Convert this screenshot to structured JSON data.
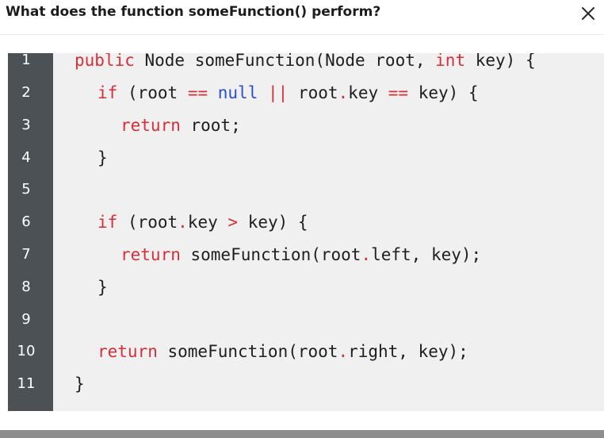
{
  "dialog": {
    "title": "What does the function someFunction() perform?",
    "close_icon": "close-icon"
  },
  "code": {
    "lines": [
      {
        "number": "1",
        "tokens": [
          {
            "t": "public",
            "c": "kw"
          },
          {
            "t": " Node someFunction(Node root, ",
            "c": ""
          },
          {
            "t": "int",
            "c": "kw"
          },
          {
            "t": " key) {",
            "c": ""
          }
        ]
      },
      {
        "number": "2",
        "tokens": [
          {
            "t": "if",
            "c": "kw"
          },
          {
            "t": " (root ",
            "c": ""
          },
          {
            "t": "==",
            "c": "op"
          },
          {
            "t": " ",
            "c": ""
          },
          {
            "t": "null",
            "c": "lit"
          },
          {
            "t": " ",
            "c": ""
          },
          {
            "t": "||",
            "c": "op"
          },
          {
            "t": " root",
            "c": ""
          },
          {
            "t": ".",
            "c": "op"
          },
          {
            "t": "key ",
            "c": ""
          },
          {
            "t": "==",
            "c": "op"
          },
          {
            "t": " key) {",
            "c": ""
          }
        ]
      },
      {
        "number": "3",
        "tokens": [
          {
            "t": "return",
            "c": "kw"
          },
          {
            "t": " root;",
            "c": ""
          }
        ]
      },
      {
        "number": "4",
        "tokens": [
          {
            "t": "}",
            "c": ""
          }
        ]
      },
      {
        "number": "5",
        "tokens": []
      },
      {
        "number": "6",
        "tokens": [
          {
            "t": "if",
            "c": "kw"
          },
          {
            "t": " (root",
            "c": ""
          },
          {
            "t": ".",
            "c": "op"
          },
          {
            "t": "key ",
            "c": ""
          },
          {
            "t": ">",
            "c": "op"
          },
          {
            "t": " key) {",
            "c": ""
          }
        ]
      },
      {
        "number": "7",
        "tokens": [
          {
            "t": "return",
            "c": "kw"
          },
          {
            "t": " someFunction(root",
            "c": ""
          },
          {
            "t": ".",
            "c": "op"
          },
          {
            "t": "left, key);",
            "c": ""
          }
        ]
      },
      {
        "number": "8",
        "tokens": [
          {
            "t": "}",
            "c": ""
          }
        ]
      },
      {
        "number": "9",
        "tokens": []
      },
      {
        "number": "10",
        "tokens": [
          {
            "t": "return",
            "c": "kw"
          },
          {
            "t": " someFunction(root",
            "c": ""
          },
          {
            "t": ".",
            "c": "op"
          },
          {
            "t": "right, key);",
            "c": ""
          }
        ]
      },
      {
        "number": "11",
        "tokens": [
          {
            "t": "}",
            "c": ""
          }
        ]
      }
    ]
  },
  "colors": {
    "gutter": "#4c5155",
    "code_background": "#f0f0f0",
    "keyword": "#d82e37",
    "literal": "#2a4fcf"
  }
}
